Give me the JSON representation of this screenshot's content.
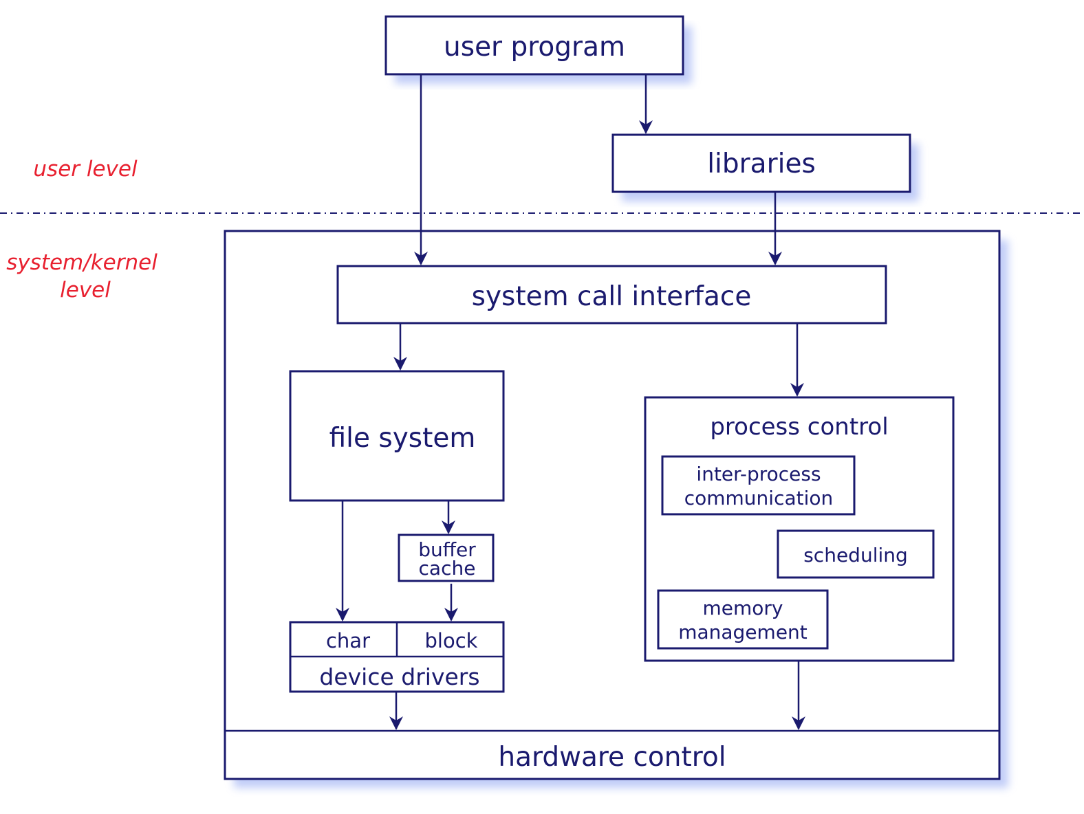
{
  "levels": {
    "user": "user level",
    "system_line1": "system/kernel",
    "system_line2": "level"
  },
  "boxes": {
    "user_program": "user program",
    "libraries": "libraries",
    "system_call_interface": "system call interface",
    "file_system": "file system",
    "buffer_cache_line1": "buffer",
    "buffer_cache_line2": "cache",
    "char": "char",
    "block": "block",
    "device_drivers": "device drivers",
    "process_control": "process control",
    "ipc_line1": "inter-process",
    "ipc_line2": "communication",
    "scheduling": "scheduling",
    "memory_line1": "memory",
    "memory_line2": "management",
    "hardware_control": "hardware control"
  },
  "colors": {
    "ink": "#1a1a6e",
    "level_label": "#e8202f",
    "shadow": "#8fa4f2"
  }
}
